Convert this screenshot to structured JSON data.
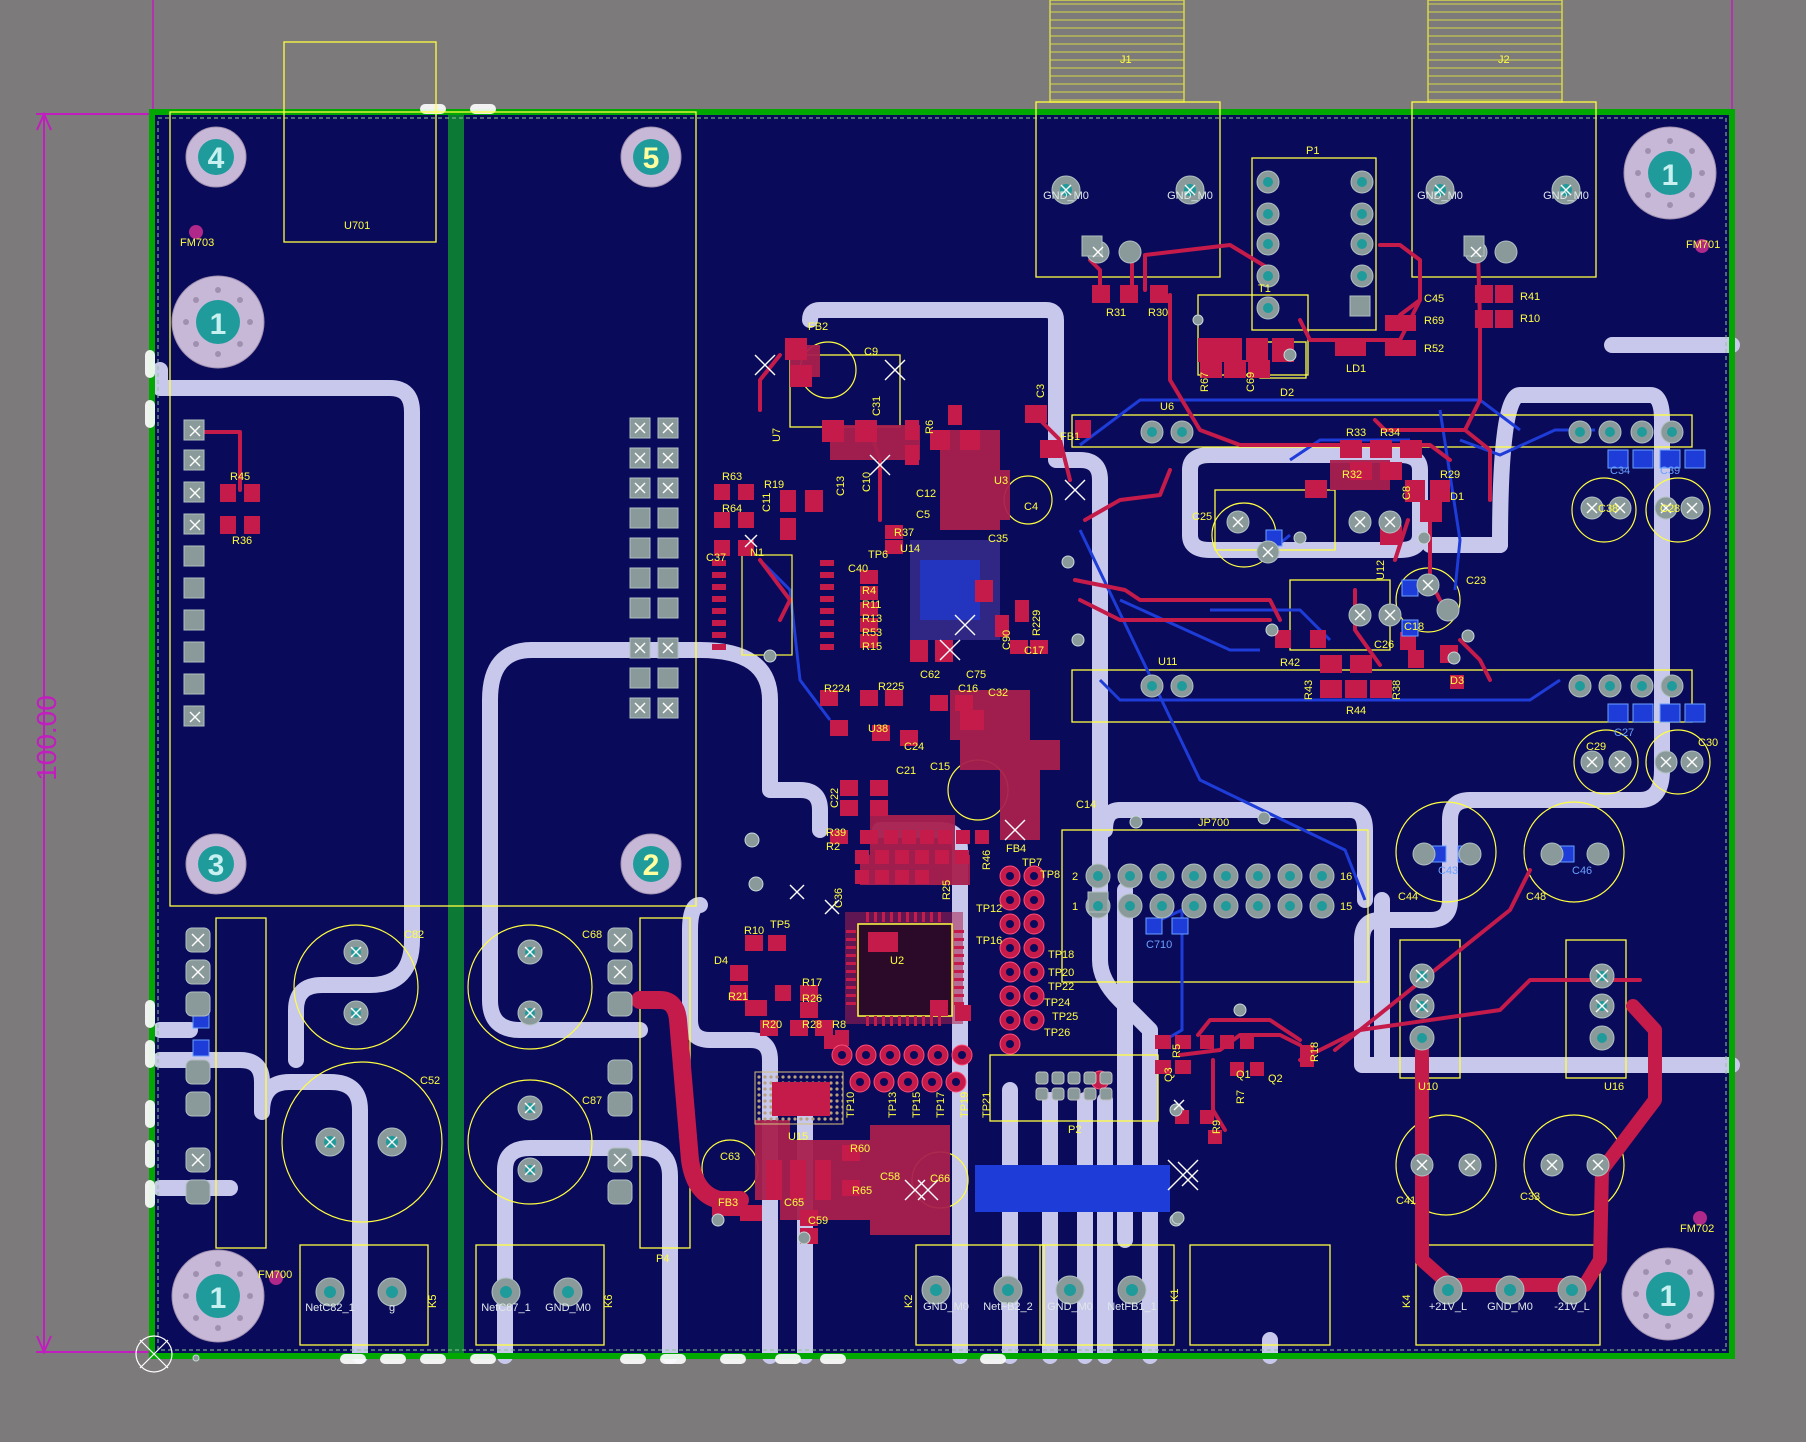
{
  "dimension": {
    "label": "100.00"
  },
  "mounting_holes": [
    {
      "label": "4",
      "big": false
    },
    {
      "label": "5",
      "big": false
    },
    {
      "label": "1",
      "big": true
    },
    {
      "label": "1",
      "big": true
    },
    {
      "label": "3",
      "big": false
    },
    {
      "label": "2",
      "big": false
    },
    {
      "label": "1",
      "big": true
    },
    {
      "label": "1",
      "big": true
    }
  ],
  "fiducials": [
    "FM703",
    "FM701",
    "FM700",
    "FM702"
  ],
  "connectors": {
    "U701": "U701",
    "J1": "J1",
    "J2": "J2",
    "P1": "P1",
    "P2": "P2",
    "JP700": "JP700",
    "K1": "K1",
    "K2": "K2",
    "K4": "K4",
    "K5": "K5",
    "K6": "K6",
    "j1_pads": [
      "GND_M0",
      "GND_M0"
    ],
    "j2_pads": [
      "GND_M0",
      "GND_M0"
    ],
    "k5_pads": [
      "NetC82_1",
      "g"
    ],
    "k6_pads": [
      "NetC87_1",
      "GND_M0"
    ],
    "k2_pads": [
      "GND_M0",
      "NetFB2_2"
    ],
    "k1_pads": [
      "GND_M0",
      "NetFB1_1"
    ],
    "k4_pads": [
      "+21V_L",
      "GND_M0",
      "-21V_L"
    ],
    "jp700_pin_labels": [
      "2",
      "1",
      "16",
      "15"
    ]
  },
  "ics": [
    "U2",
    "U3",
    "U6",
    "U7",
    "U10",
    "U11",
    "U12",
    "U14",
    "U15",
    "U16",
    "U38",
    "N1",
    "T1",
    "Q1",
    "Q2",
    "Q3"
  ],
  "designators": {
    "R45": "R45",
    "R36": "R36",
    "R63": "R63",
    "R64": "R64",
    "R19": "R19",
    "C37": "C37",
    "C11": "C11",
    "C13": "C13",
    "C9": "C9",
    "FB2": "FB2",
    "C31": "C31",
    "C10": "C10",
    "R6": "R6",
    "C12": "C12",
    "C3": "C3",
    "FB1": "FB1",
    "C4": "C4",
    "C5": "C5",
    "R37": "R37",
    "TP6": "TP6",
    "C35": "C35",
    "C40": "C40",
    "R4": "R4",
    "R11": "R11",
    "R13": "R13",
    "R53": "R53",
    "R15": "R15",
    "C62": "C62",
    "C75": "C75",
    "C90": "C90",
    "C17": "C17",
    "R229": "R229",
    "R224": "R224",
    "R225": "R225",
    "C16": "C16",
    "C32": "C32",
    "C24": "C24",
    "C15": "C15",
    "C14": "C14",
    "C21": "C21",
    "C22": "C22",
    "R39": "R39",
    "R2": "R2",
    "R46": "R46",
    "R25": "R25",
    "FB4": "FB4",
    "TP7": "TP7",
    "TP8": "TP8",
    "TP12": "TP12",
    "TP16": "TP16",
    "TP18": "TP18",
    "TP20": "TP20",
    "TP22": "TP22",
    "TP24": "TP24",
    "TP25": "TP25",
    "TP26": "TP26",
    "R10": "R10",
    "TP5": "TP5",
    "D4": "D4",
    "R17": "R17",
    "R21": "R21",
    "R26": "R26",
    "R20": "R20",
    "R28": "R28",
    "R8": "R8",
    "C36": "C36",
    "TP10": "TP10",
    "TP13": "TP13",
    "TP15": "TP15",
    "TP17": "TP17",
    "TP19": "TP19",
    "TP21": "TP21",
    "R60": "R60",
    "C58": "C58",
    "R65": "R65",
    "C66": "C66",
    "C63": "C63",
    "FB3": "FB3",
    "C65": "C65",
    "C59": "C59",
    "R31": "R31",
    "R30": "R30",
    "C45": "C45",
    "R69": "R69",
    "R52": "R52",
    "R41": "R41",
    "R10b": "R10",
    "R67": "R67",
    "C69": "C69",
    "D2": "D2",
    "LD1": "LD1",
    "R33": "R33",
    "R34": "R34",
    "R32": "R32",
    "R29": "R29",
    "C8": "C8",
    "D1": "D1",
    "C25": "C25",
    "C23": "C23",
    "C18": "C18",
    "R42": "R42",
    "C26": "C26",
    "R43": "R43",
    "R38": "R38",
    "R44": "R44",
    "D3": "D3",
    "C34": "C34",
    "C39": "C39",
    "C38": "C38",
    "C27": "C27",
    "C28": "C28",
    "C29": "C29",
    "C30": "C30",
    "C44": "C44",
    "C48": "C48",
    "C43": "C43",
    "C46": "C46",
    "C41": "C41",
    "C33": "C33",
    "C82": "C82",
    "C68": "C68",
    "C52": "C52",
    "C87": "C87",
    "C710": "C710",
    "R5": "R5",
    "R7": "R7",
    "R9": "R9",
    "R18": "R18",
    "P4": "P4"
  },
  "colors": {
    "background": "#7c7a7a",
    "board": "#0a0a5a",
    "outline": "#00a800",
    "top_copper": "#c41b4a",
    "bottom_copper": "#1e3cd8",
    "pour_track": "#c8c8ec",
    "silkscreen": "#ffff40",
    "pad": "#8a9a9a",
    "drill": "#1f9b9b",
    "dimension": "#c21dbf"
  }
}
